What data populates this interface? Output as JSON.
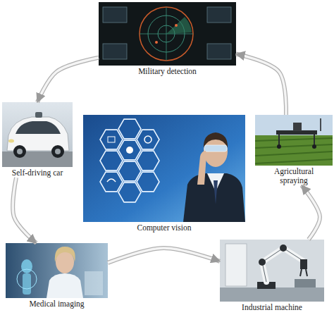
{
  "diagram": {
    "nodes": [
      {
        "text": [
          "Military detection"
        ]
      },
      {
        "text": [
          "Self-driving car"
        ]
      },
      {
        "text": [
          "Computer vision"
        ]
      },
      {
        "text": [
          "Agricultural spraying"
        ]
      },
      {
        "text": [
          "Medical imaging"
        ]
      },
      {
        "text": [
          "Industrial machine"
        ]
      }
    ],
    "edges": [
      {
        "from": 0,
        "to": 1,
        "arrow": "to"
      },
      {
        "from": 1,
        "to": 4,
        "arrow": "to"
      },
      {
        "from": 4,
        "to": 5,
        "arrow": "to"
      },
      {
        "from": 5,
        "to": 3,
        "arrow": "to"
      },
      {
        "from": 3,
        "to": 0,
        "arrow": "to"
      }
    ]
  }
}
